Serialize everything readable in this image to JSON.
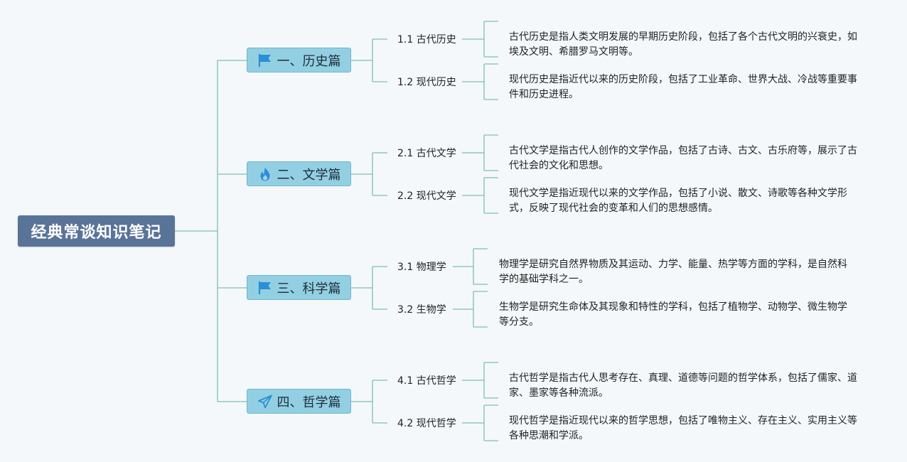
{
  "root": {
    "title": "经典常谈知识笔记"
  },
  "branches": [
    {
      "label": "一、历史篇",
      "icon": "flag-icon",
      "children": [
        {
          "label": "1.1 古代历史",
          "desc": "古代历史是指人类文明发展的早期历史阶段，包括了各个古代文明的兴衰史，如埃及文明、希腊罗马文明等。"
        },
        {
          "label": "1.2 现代历史",
          "desc": "现代历史是指近代以来的历史阶段，包括了工业革命、世界大战、冷战等重要事件和历史进程。"
        }
      ]
    },
    {
      "label": "二、文学篇",
      "icon": "fire-icon",
      "children": [
        {
          "label": "2.1 古代文学",
          "desc": "古代文学是指古代人创作的文学作品，包括了古诗、古文、古乐府等，展示了古代社会的文化和思想。"
        },
        {
          "label": "2.2 现代文学",
          "desc": "现代文学是指近现代以来的文学作品，包括了小说、散文、诗歌等各种文学形式，反映了现代社会的变革和人们的思想感情。"
        }
      ]
    },
    {
      "label": "三、科学篇",
      "icon": "flag-icon",
      "children": [
        {
          "label": "3.1 物理学",
          "desc": "物理学是研究自然界物质及其运动、力学、能量、热学等方面的学科，是自然科学的基础学科之一。"
        },
        {
          "label": "3.2 生物学",
          "desc": "生物学是研究生命体及其现象和特性的学科，包括了植物学、动物学、微生物学等分支。"
        }
      ]
    },
    {
      "label": "四、哲学篇",
      "icon": "paper-plane-icon",
      "children": [
        {
          "label": "4.1 古代哲学",
          "desc": "古代哲学是指古代人思考存在、真理、道德等问题的哲学体系，包括了儒家、道家、墨家等各种流派。"
        },
        {
          "label": "4.2 现代哲学",
          "desc": "现代哲学是指近现代以来的哲学思想，包括了唯物主义、存在主义、实用主义等各种思潮和学派。"
        }
      ]
    }
  ],
  "colors": {
    "root": "#5a7398",
    "branch": "#93cfe2",
    "line": "#7fbfae",
    "icon": "#2a8fd6"
  }
}
